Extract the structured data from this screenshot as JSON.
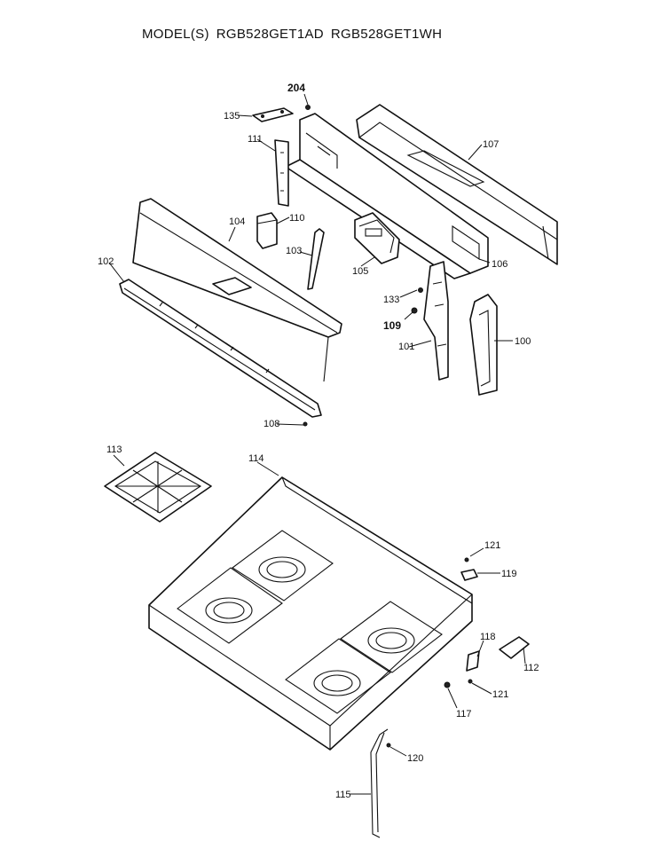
{
  "header": {
    "model_prefix": "MODEL(S)",
    "models": [
      "RGB528GET1AD",
      "RGB528GET1WH"
    ]
  },
  "callouts": {
    "p204": "204",
    "p135": "135",
    "p111": "111",
    "p107": "107",
    "p110": "110",
    "p104": "104",
    "p103": "103",
    "p102": "102",
    "p105": "105",
    "p106": "106",
    "p133": "133",
    "p109": "109",
    "p101": "101",
    "p100": "100",
    "p108": "108",
    "p113": "113",
    "p114": "114",
    "p121a": "121",
    "p119": "119",
    "p118": "118",
    "p112": "112",
    "p121b": "121",
    "p117": "117",
    "p120": "120",
    "p115": "115"
  }
}
